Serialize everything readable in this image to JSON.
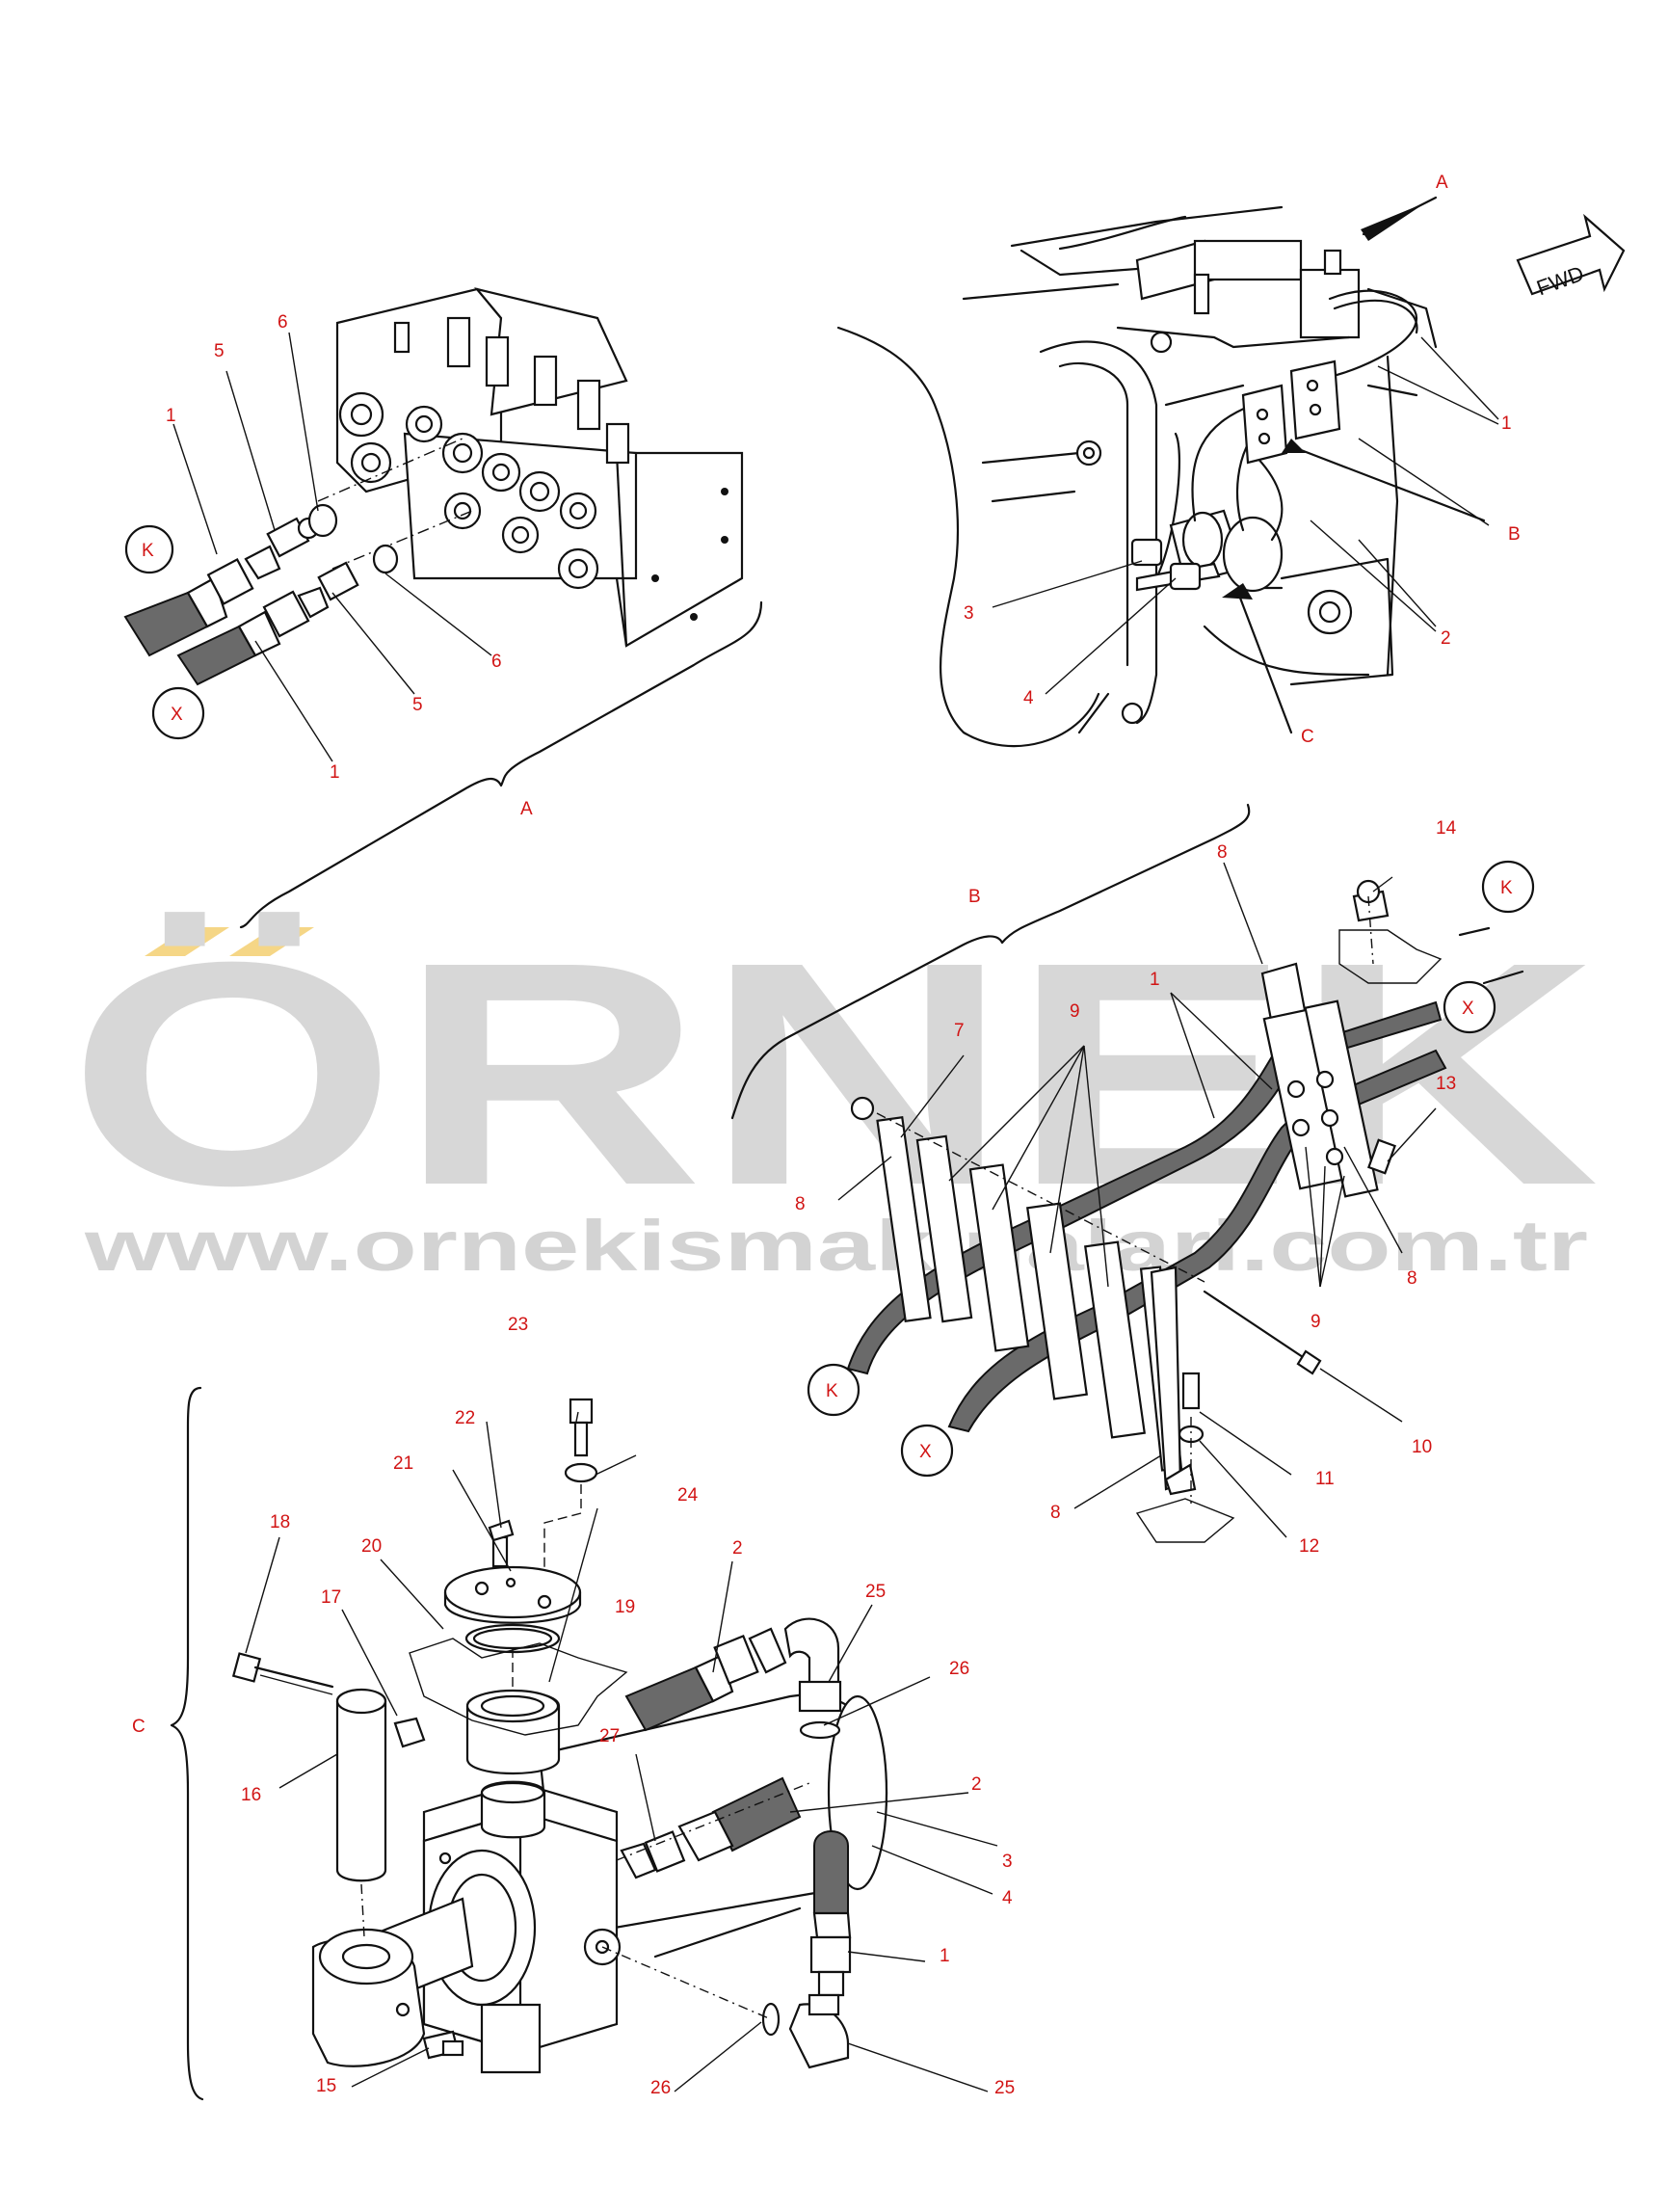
{
  "watermark": {
    "brand": "ÖRNEK",
    "url": "www.ornekismakinalari.com.tr",
    "color": "#d0d0d0",
    "accent": "#f5d27a"
  },
  "colors": {
    "callout": "#d11414",
    "line": "#111111"
  },
  "labels": {
    "fwd": "FWD",
    "view_a": "A",
    "view_b": "B",
    "view_c": "C",
    "letter_k": "K",
    "letter_x": "X"
  },
  "callouts": {
    "n1": "1",
    "n2": "2",
    "n3": "3",
    "n4": "4",
    "n5": "5",
    "n6": "6",
    "n7": "7",
    "n8": "8",
    "n9": "9",
    "n10": "10",
    "n11": "11",
    "n12": "12",
    "n13": "13",
    "n14": "14",
    "n15": "15",
    "n16": "16",
    "n17": "17",
    "n18": "18",
    "n19": "19",
    "n20": "20",
    "n21": "21",
    "n22": "22",
    "n23": "23",
    "n24": "24",
    "n25": "25",
    "n26": "26",
    "n27": "27"
  }
}
